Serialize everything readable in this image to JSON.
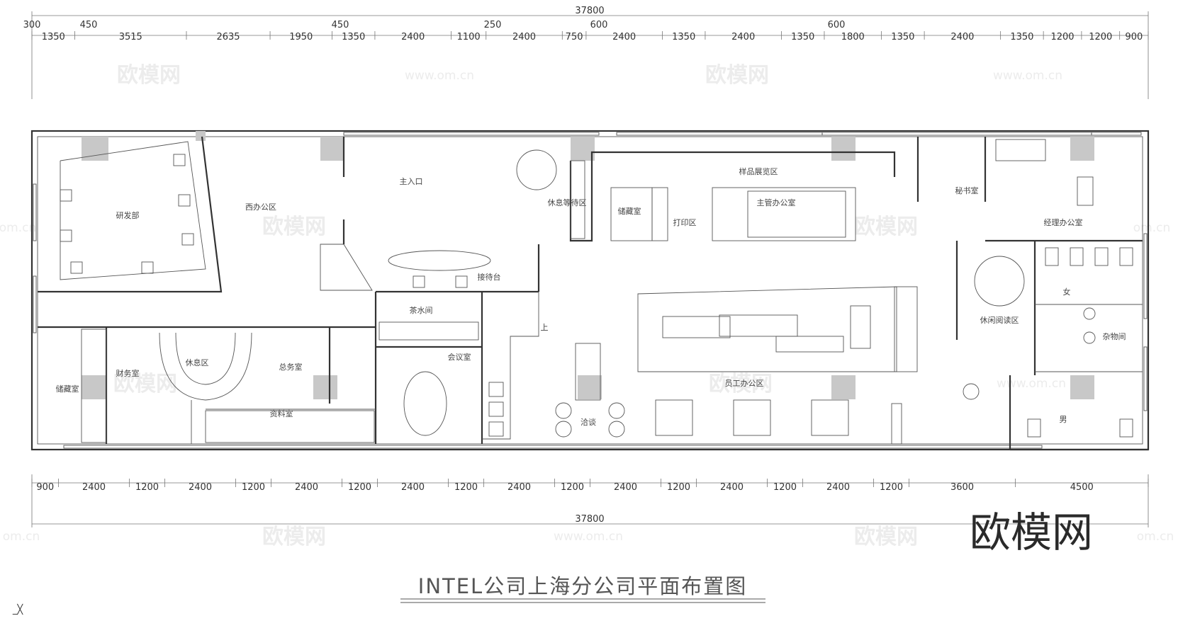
{
  "title": "INTEL公司上海分公司平面布置图",
  "logo_text": "欧模网",
  "watermark_text": "欧模网",
  "watermark_url": "www.om.cn",
  "watermark_url_short": "om.cn",
  "cursor_glyph": "_╳",
  "colors": {
    "line": "#333333",
    "column": "#c8c8c8",
    "watermark": "#ececec"
  },
  "top_dimensions": {
    "total": "37800",
    "upper": [
      "300",
      "450",
      "450",
      "250",
      "600",
      "600"
    ],
    "lower": [
      "1350",
      "3515",
      "2635",
      "1950",
      "1350",
      "2400",
      "1100",
      "2400",
      "750",
      "2400",
      "1350",
      "2400",
      "1350",
      "1800",
      "1350",
      "2400",
      "1350",
      "1200",
      "1200",
      "900"
    ]
  },
  "bottom_dimensions": {
    "total": "37800",
    "segments": [
      "900",
      "2400",
      "1200",
      "2400",
      "1200",
      "2400",
      "1200",
      "2400",
      "1200",
      "2400",
      "1200",
      "2400",
      "1200",
      "2400",
      "1200",
      "2400",
      "1200",
      "3600",
      "4500"
    ]
  },
  "rooms": {
    "rd": "研发部",
    "west_office": "西办公区",
    "entrance": "主入口",
    "waiting": "休息等待区",
    "storage_mid": "储藏室",
    "print": "打印区",
    "sample": "样品展览区",
    "supervisor": "主管办公室",
    "secretary": "秘书室",
    "manager": "经理办公室",
    "reception": "接待台",
    "tea": "茶水间",
    "meeting": "会议室",
    "storage_west": "储藏室",
    "finance": "财务室",
    "rest": "休息区",
    "general": "总务室",
    "archive": "资料室",
    "staff": "员工办公区",
    "talk": "洽谈",
    "leisure": "休闲阅读区",
    "female": "女",
    "utility": "杂物间",
    "male": "男",
    "up_mark": "上"
  }
}
